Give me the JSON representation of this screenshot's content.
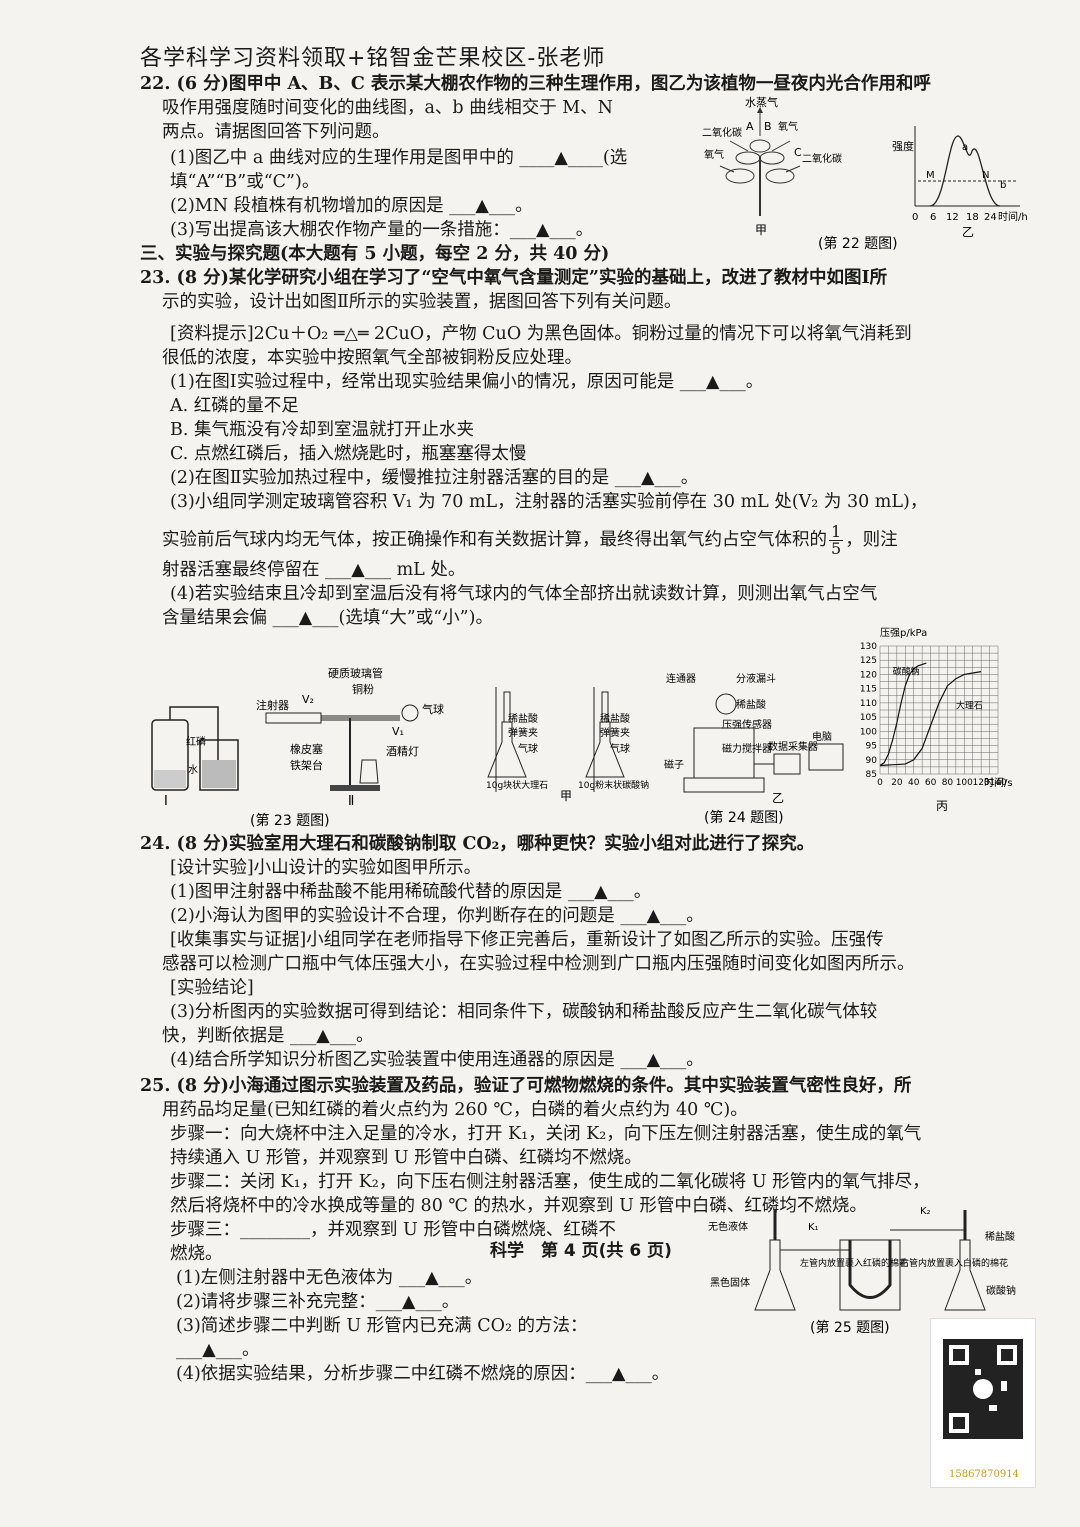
{
  "header": "各学科学习资料领取+铭智金芒果校区-张老师",
  "lines": [
    {
      "id": "q22-1",
      "text": "22. (6 分)图甲中 A、B、C 表示某大棚农作物的三种生理作用，图乙为该植物一昼夜内光合作用和呼"
    },
    {
      "id": "q22-2",
      "text": "吸作用强度随时间变化的曲线图，a、b 曲线相交于 M、N"
    },
    {
      "id": "q22-3",
      "text": "两点。请据图回答下列问题。"
    },
    {
      "id": "q22-4",
      "text": "(1)图乙中 a 曲线对应的生理作用是图甲中的 ____▲____(选"
    },
    {
      "id": "q22-5",
      "text": "填“A”“B”或“C”)。"
    },
    {
      "id": "q22-6",
      "text": "(2)MN 段植株有机物增加的原因是 ___▲___。"
    },
    {
      "id": "q22-7",
      "text": "(3)写出提高该大棚农作物产量的一条措施：___▲___。"
    },
    {
      "id": "sec3",
      "text": "三、实验与探究题(本大题有 5 小题，每空 2 分，共 40 分)"
    },
    {
      "id": "q23-1",
      "text": "23. (8 分)某化学研究小组在学习了“空气中氧气含量测定”实验的基础上，改进了教材中如图Ⅰ所"
    },
    {
      "id": "q23-2",
      "text": "示的实验，设计出如图Ⅱ所示的实验装置，据图回答下列有关问题。"
    },
    {
      "id": "q23-3",
      "text": "[资料提示]2Cu＋O₂ ═△═ 2CuO，产物 CuO 为黑色固体。铜粉过量的情况下可以将氧气消耗到"
    },
    {
      "id": "q23-4",
      "text": "很低的浓度，本实验中按照氧气全部被铜粉反应处理。"
    },
    {
      "id": "q23-5",
      "text": "(1)在图Ⅰ实验过程中，经常出现实验结果偏小的情况，原因可能是 ___▲___。"
    },
    {
      "id": "q23-6",
      "text": "A. 红磷的量不足"
    },
    {
      "id": "q23-7",
      "text": "B. 集气瓶没有冷却到室温就打开止水夹"
    },
    {
      "id": "q23-8",
      "text": "C. 点燃红磷后，插入燃烧匙时，瓶塞塞得太慢"
    },
    {
      "id": "q23-9",
      "text": "(2)在图Ⅱ实验加热过程中，缓慢推拉注射器活塞的目的是 ___▲___。"
    },
    {
      "id": "q23-10",
      "text": "(3)小组同学测定玻璃管容积 V₁ 为 70 mL，注射器的活塞实验前停在 30 mL 处(V₂ 为 30 mL)，"
    },
    {
      "id": "q23-11a",
      "text": "实验前后气球内均无气体，按正确操作和有关数据计算，最终得出氧气约占空气体积的"
    },
    {
      "id": "q23-11b",
      "text": "，则注"
    },
    {
      "id": "q23-12",
      "text": "射器活塞最终停留在 ___▲___ mL 处。"
    },
    {
      "id": "q23-13",
      "text": "(4)若实验结束且冷却到室温后没有将气球内的气体全部挤出就读数计算，则测出氧气占空气"
    },
    {
      "id": "q23-14",
      "text": "含量结果会偏 ___▲___(选填“大”或“小”)。"
    },
    {
      "id": "q24-1",
      "text": "24. (8 分)实验室用大理石和碳酸钠制取 CO₂，哪种更快？实验小组对此进行了探究。"
    },
    {
      "id": "q24-2",
      "text": "[设计实验]小山设计的实验如图甲所示。"
    },
    {
      "id": "q24-3",
      "text": "(1)图甲注射器中稀盐酸不能用稀硫酸代替的原因是 ___▲___。"
    },
    {
      "id": "q24-4",
      "text": "(2)小海认为图甲的实验设计不合理，你判断存在的问题是 ___▲___。"
    },
    {
      "id": "q24-5",
      "text": "[收集事实与证据]小组同学在老师指导下修正完善后，重新设计了如图乙所示的实验。压强传"
    },
    {
      "id": "q24-6",
      "text": "感器可以检测广口瓶中气体压强大小，在实验过程中检测到广口瓶内压强随时间变化如图丙所示。"
    },
    {
      "id": "q24-7",
      "text": "[实验结论]"
    },
    {
      "id": "q24-8",
      "text": "(3)分析图丙的实验数据可得到结论：相同条件下，碳酸钠和稀盐酸反应产生二氧化碳气体较"
    },
    {
      "id": "q24-9",
      "text": "快，判断依据是 ___▲___。"
    },
    {
      "id": "q24-10",
      "text": "(4)结合所学知识分析图乙实验装置中使用连通器的原因是 ___▲___。"
    },
    {
      "id": "q25-1",
      "text": "25. (8 分)小海通过图示实验装置及药品，验证了可燃物燃烧的条件。其中实验装置气密性良好，所"
    },
    {
      "id": "q25-2",
      "text": "用药品均足量(已知红磷的着火点约为 260 ℃，白磷的着火点约为 40 ℃)。"
    },
    {
      "id": "q25-3",
      "text": "步骤一：向大烧杯中注入足量的冷水，打开 K₁，关闭 K₂，向下压左侧注射器活塞，使生成的氧气"
    },
    {
      "id": "q25-4",
      "text": "持续通入 U 形管，并观察到 U 形管中白磷、红磷均不燃烧。"
    },
    {
      "id": "q25-5",
      "text": "步骤二：关闭 K₁，打开 K₂，向下压右侧注射器活塞，使生成的二氧化碳将 U 形管内的氧气排尽，"
    },
    {
      "id": "q25-6",
      "text": "然后将烧杯中的冷水换成等量的 80 ℃ 的热水，并观察到 U 形管中白磷、红磷均不燃烧。"
    },
    {
      "id": "q25-7",
      "text": "步骤三：________，并观察到 U 形管中白磷燃烧、红磷不"
    },
    {
      "id": "q25-8",
      "text": "燃烧。"
    },
    {
      "id": "q25-9",
      "text": "(1)左侧注射器中无色液体为 ___▲___。"
    },
    {
      "id": "q25-10",
      "text": "(2)请将步骤三补充完整：___▲___。"
    },
    {
      "id": "q25-11",
      "text": "(3)简述步骤二中判断 U 形管内已充满 CO₂ 的方法："
    },
    {
      "id": "q25-12",
      "text": "___▲___。"
    },
    {
      "id": "q25-13",
      "text": "(4)依据实验结果，分析步骤二中红磷不燃烧的原因：___▲___。"
    }
  ],
  "fraction": {
    "num": "1",
    "den": "5"
  },
  "figures": {
    "fig22": {
      "caption": "(第 22 题图)",
      "jia_label": "甲",
      "yi_label": "乙",
      "labels": [
        "水蒸气",
        "二氧化碳",
        "A",
        "B",
        "氧气",
        "C",
        "二氧化碳",
        "氧气"
      ],
      "graph_y": "强度",
      "graph_x": "时间/h",
      "ticks": [
        "0",
        "6",
        "12",
        "18",
        "24"
      ],
      "curves": [
        "a",
        "b"
      ],
      "points": [
        "M",
        "N"
      ]
    },
    "fig23": {
      "caption": "(第 23 题图)",
      "labels": [
        "硬质玻璃管",
        "铜粉",
        "注射器",
        "V₂",
        "气球",
        "V₁",
        "橡皮塞",
        "铁架台",
        "酒精灯",
        "红磷",
        "水",
        "Ⅰ",
        "Ⅱ"
      ]
    },
    "fig24": {
      "caption": "(第 24 题图)",
      "jia_labels": [
        "稀盐酸",
        "弹簧夹",
        "气球",
        "10g块状大理石",
        "稀盐酸",
        "弹簧夹",
        "气球",
        "10g粉末状碳酸钠"
      ],
      "jia": "甲",
      "yi_labels": [
        "连通器",
        "分液漏斗",
        "稀盐酸",
        "压强传感器",
        "磁力搅拌器",
        "磁子",
        "数据采集器",
        "电脑"
      ],
      "yi": "乙",
      "bing": "丙"
    },
    "fig25": {
      "caption": "(第 25 题图)",
      "labels": [
        "无色液体",
        "K₁",
        "K₂",
        "稀盐酸",
        "黑色固体",
        "左管内放置裹入红磷的棉花",
        "右管内放置裹入白磷的棉花",
        "碳酸钠"
      ]
    }
  },
  "chart_data": {
    "type": "line",
    "ylabel": "压强p/kPa",
    "xlabel": "时间/s",
    "xlim": [
      0,
      140
    ],
    "ylim": [
      85,
      130
    ],
    "xticks": [
      "0",
      "20",
      "40",
      "60",
      "80",
      "100",
      "120",
      "140"
    ],
    "yticks": [
      "85",
      "90",
      "95",
      "100",
      "105",
      "110",
      "115",
      "120",
      "125",
      "130"
    ],
    "grid": true,
    "series": [
      {
        "name": "碳酸钠",
        "x": [
          0,
          5,
          10,
          15,
          20,
          25,
          30,
          35,
          40,
          45,
          50,
          55
        ],
        "y": [
          88,
          89,
          92,
          97,
          103,
          110,
          116,
          120,
          122,
          123,
          123.5,
          124
        ]
      },
      {
        "name": "大理石",
        "x": [
          0,
          30,
          40,
          50,
          55,
          60,
          65,
          70,
          75,
          80,
          90,
          100,
          110,
          120
        ],
        "y": [
          88,
          88.5,
          90,
          94,
          98,
          102,
          106,
          110,
          113,
          116,
          118.5,
          120,
          120.5,
          121
        ]
      }
    ]
  },
  "footer": "科学　第 4 页(共 6 页)",
  "qr_caption": "15867870914"
}
